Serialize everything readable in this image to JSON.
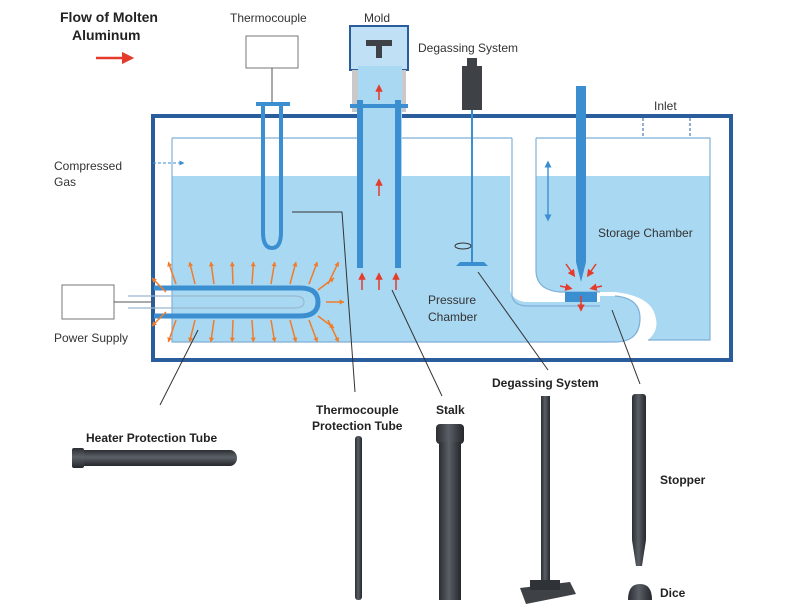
{
  "title": {
    "line1": "Flow of Molten",
    "line2": "Aluminum"
  },
  "labels": {
    "thermocouple": "Thermocouple",
    "mold": "Mold",
    "degassing_system": "Degassing System",
    "inlet": "Inlet",
    "compressed_gas_1": "Compressed",
    "compressed_gas_2": "Gas",
    "storage_chamber": "Storage Chamber",
    "pressure_chamber_1": "Pressure",
    "pressure_chamber_2": "Chamber",
    "power_supply": "Power Supply"
  },
  "parts": {
    "heater_protection_tube": "Heater Protection Tube",
    "thermocouple_protection_tube_1": "Thermocouple",
    "thermocouple_protection_tube_2": "Protection Tube",
    "stalk": "Stalk",
    "degassing_system": "Degassing System",
    "stopper": "Stopper",
    "dice": "Dice"
  },
  "colors": {
    "molten_aluminum": "#a9d8f2",
    "tank_outline": "#2a5d9c",
    "pipe_blue": "#3b8fd0",
    "flow_arrow": "#e53b2c",
    "heat_ray": "#f07c2a",
    "ceramic_part": "#3e4247"
  }
}
